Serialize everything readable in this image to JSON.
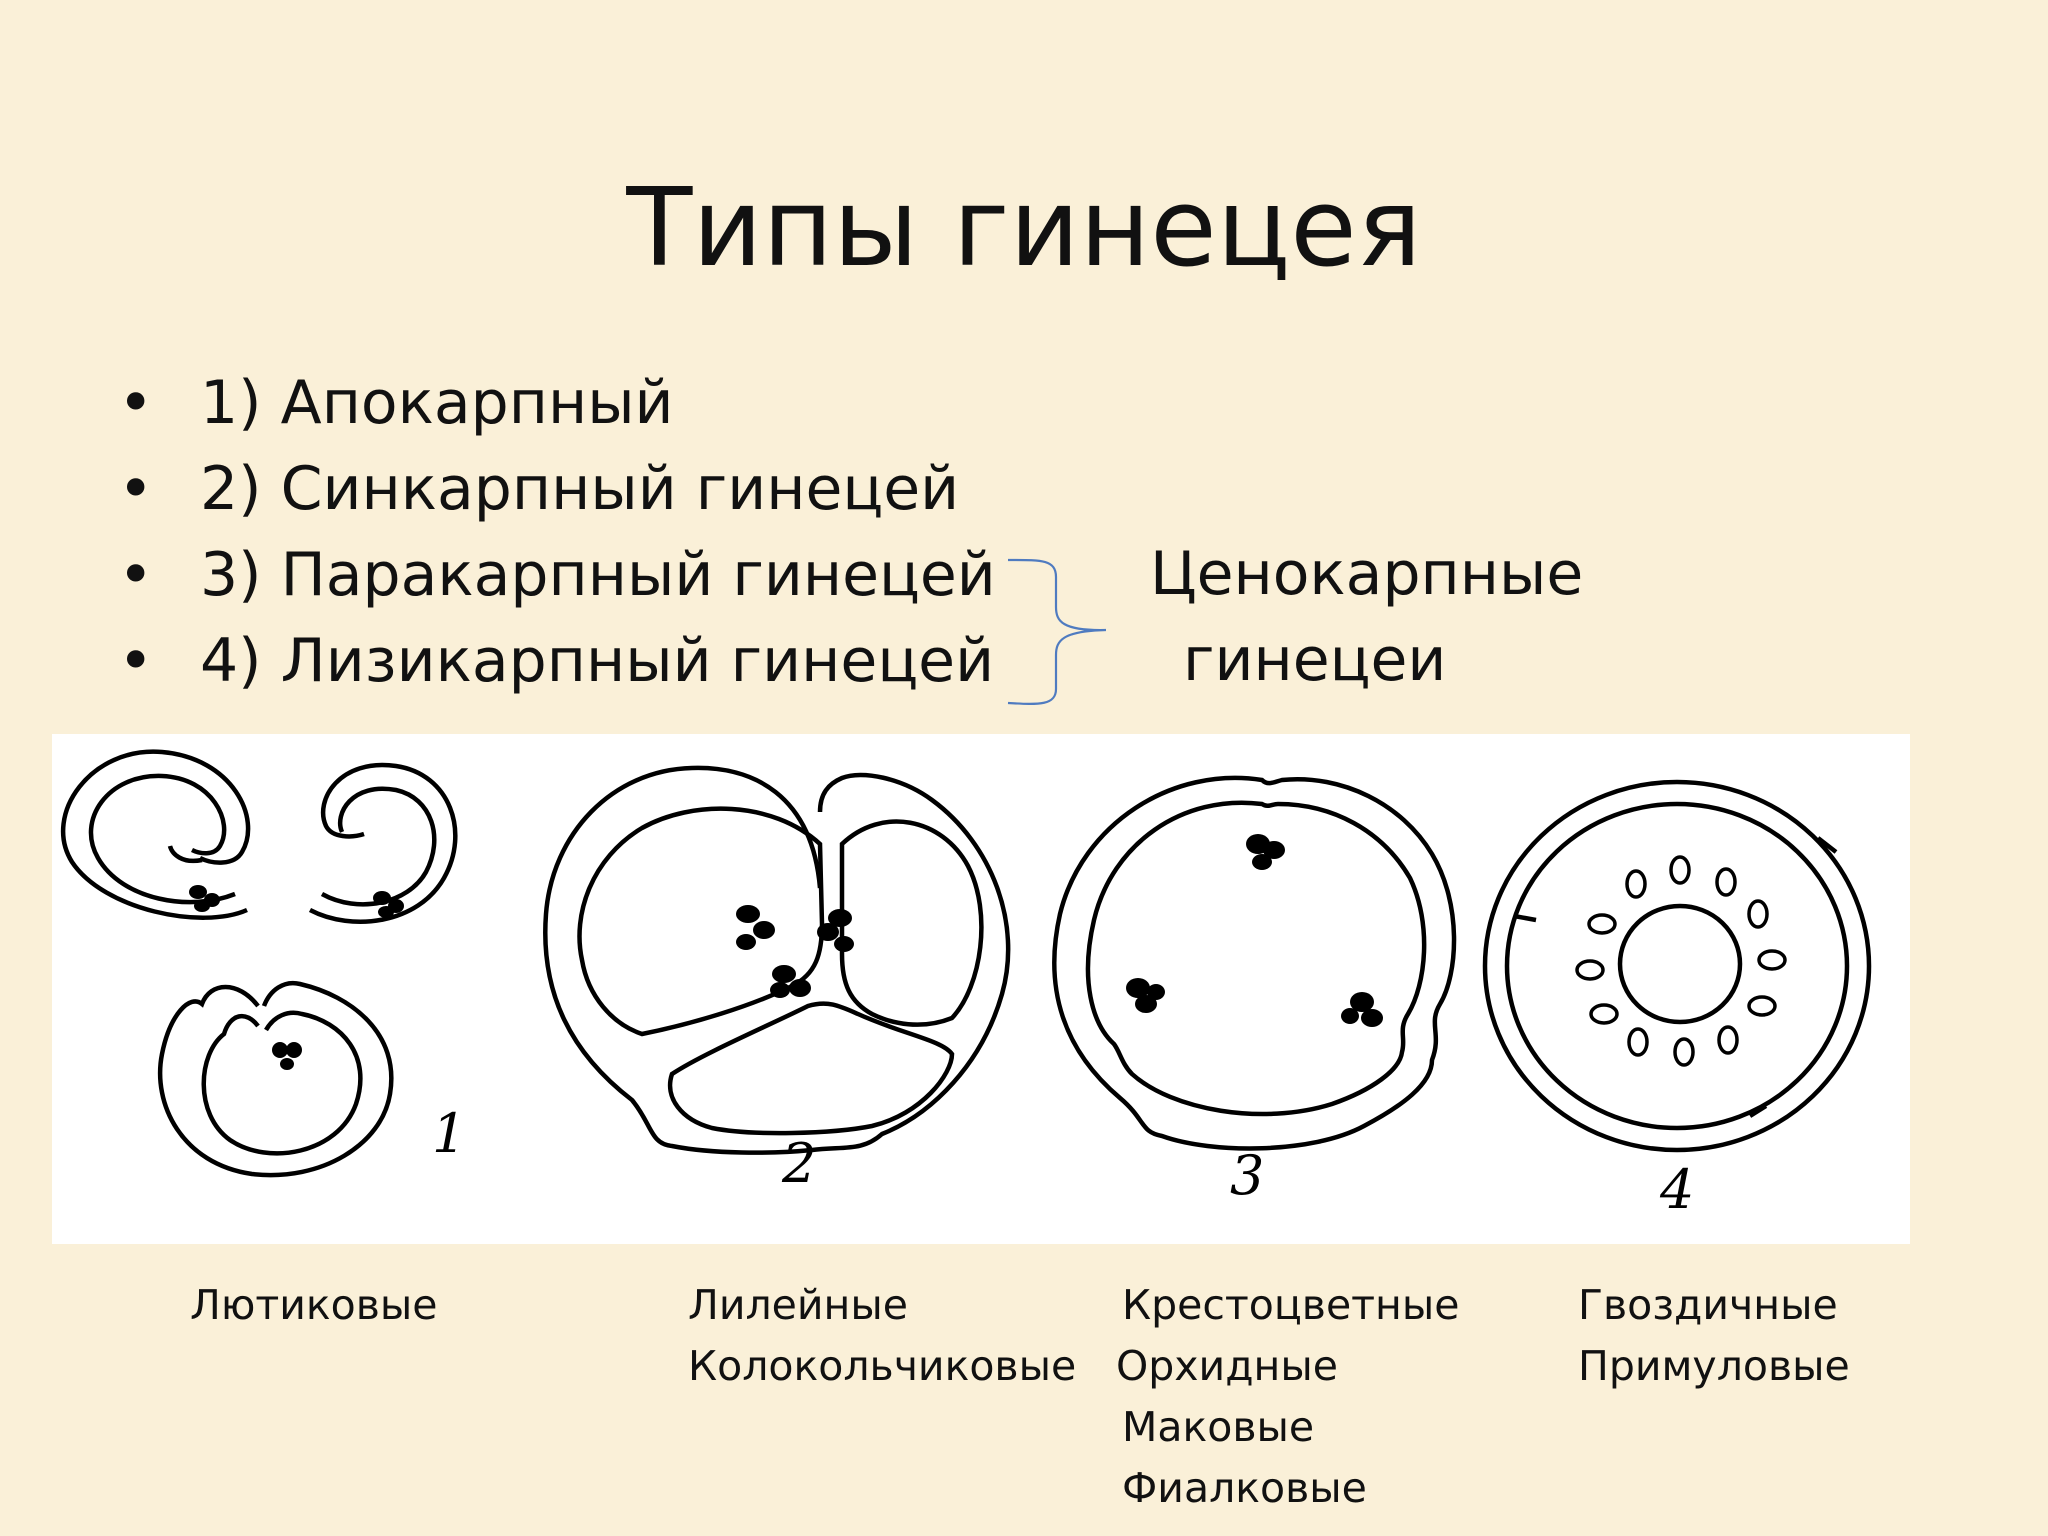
{
  "title": "Типы гинецея",
  "bullets": [
    {
      "marker": "•",
      "text": "1) Апокарпный"
    },
    {
      "marker": "•",
      "text": "2) Синкарпный гинецей"
    },
    {
      "marker": "•",
      "text": "3) Паракарпный гинецей"
    },
    {
      "marker": "•",
      "text": "4) Лизикарпный гинецей"
    }
  ],
  "group_label": {
    "line1": "Ценокарпные",
    "line2": "гинецеи"
  },
  "figure_numbers": [
    "1",
    "2",
    "3",
    "4"
  ],
  "families": [
    {
      "lines": [
        "Лютиковые"
      ]
    },
    {
      "lines": [
        "Лилейные",
        "Колокольчиковые"
      ]
    },
    {
      "lines": [
        "Крестоцветные",
        "Орхидные",
        "Маковые",
        "Фиалковые"
      ]
    },
    {
      "lines": [
        "Гвоздичные",
        "Примуловые"
      ]
    }
  ],
  "colors": {
    "background": "#FAF0D8",
    "brace": "#4F7BC0",
    "figure_bg": "#FFFFFF"
  }
}
